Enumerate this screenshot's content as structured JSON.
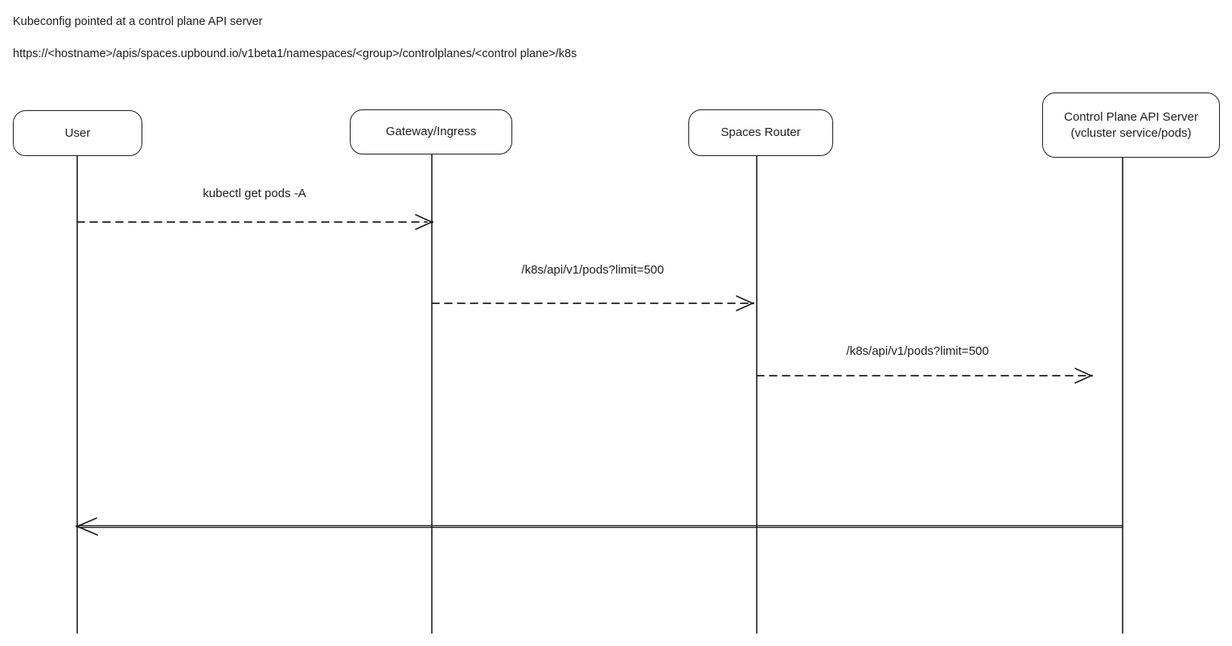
{
  "colors": {
    "stroke": "#1e1e1e",
    "background": "#ffffff",
    "text": "#1e1e1e"
  },
  "header": {
    "title": "Kubeconfig pointed at a control plane API server",
    "url": "https://<hostname>/apis/spaces.upbound.io/v1beta1/namespaces/<group>/controlplanes/<control plane>/k8s"
  },
  "diagram": {
    "type": "sequence-diagram",
    "actors": [
      {
        "id": "user",
        "label": "User"
      },
      {
        "id": "gateway-ingress",
        "label": "Gateway/Ingress"
      },
      {
        "id": "spaces-router",
        "label": "Spaces Router"
      },
      {
        "id": "control-plane-api-server",
        "label": "Control Plane API Server",
        "sublabel": "(vcluster service/pods)"
      }
    ],
    "messages": [
      {
        "from": "User",
        "to": "Gateway/Ingress",
        "label": "kubectl get pods -A",
        "line_style": "dashed",
        "direction": "right"
      },
      {
        "from": "Gateway/Ingress",
        "to": "Spaces Router",
        "label": "/k8s/api/v1/pods?limit=500",
        "line_style": "dashed",
        "direction": "right"
      },
      {
        "from": "Spaces Router",
        "to": "Control Plane API Server",
        "label": "/k8s/api/v1/pods?limit=500",
        "line_style": "dashed",
        "direction": "right"
      },
      {
        "from": "Control Plane API Server",
        "to": "User",
        "label": "",
        "line_style": "solid",
        "direction": "left"
      }
    ]
  }
}
